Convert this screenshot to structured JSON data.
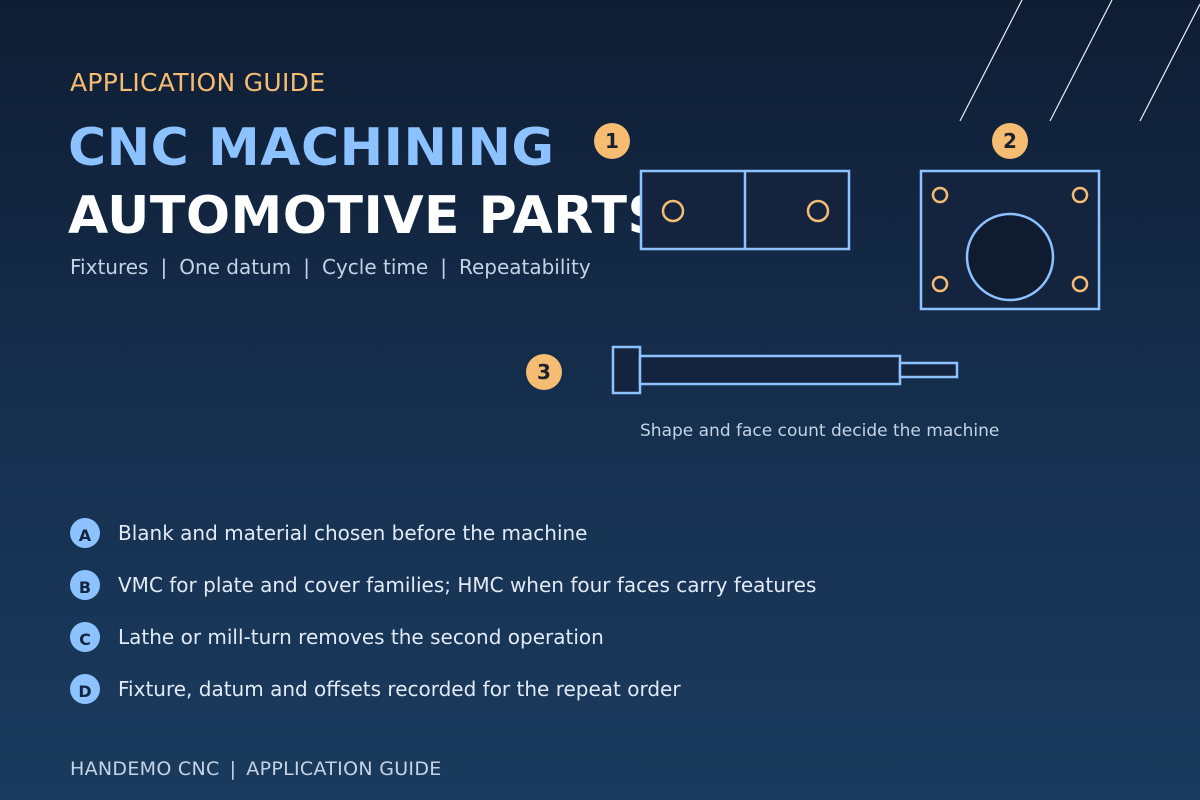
{
  "header": {
    "eyebrow": "APPLICATION GUIDE",
    "title_line1": "CNC MACHINING",
    "title_line2": "AUTOMOTIVE PARTS",
    "tags": [
      "Fixtures",
      "One datum",
      "Cycle time",
      "Repeatability"
    ],
    "tag_separator": "|"
  },
  "parts": {
    "badges": [
      "1",
      "2",
      "3"
    ],
    "caption": "Shape and face count decide the machine"
  },
  "checklist": [
    {
      "letter": "A",
      "text": "Blank and material chosen before the machine"
    },
    {
      "letter": "B",
      "text": "VMC for plate and cover families; HMC when four faces carry features"
    },
    {
      "letter": "C",
      "text": "Lathe or mill-turn removes the second operation"
    },
    {
      "letter": "D",
      "text": "Fixture, datum and offsets recorded for the repeat order"
    }
  ],
  "footer": {
    "brand": "HANDEMO CNC",
    "separator": "|",
    "label": "APPLICATION GUIDE"
  },
  "colors": {
    "accent_orange": "#f5bc72",
    "accent_blue": "#8cc2ff",
    "background_top": "#0f1d33",
    "background_bottom": "#1a3b5e"
  }
}
